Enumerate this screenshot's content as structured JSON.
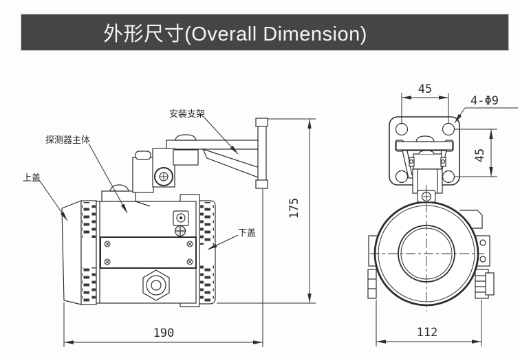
{
  "title": "外形尺寸(Overall Dimension)",
  "colors": {
    "title_bg": "#454545",
    "title_text": "#f5f5f5",
    "line": "#2d2d2d"
  },
  "side_view": {
    "labels": {
      "top_cover": "上盖",
      "detector_body": "探测器主体",
      "mounting_bracket": "安装支架",
      "bottom_cover": "下盖"
    },
    "dims": {
      "length": "190",
      "height": "175"
    }
  },
  "front_view": {
    "dims": {
      "hole_pitch_h": "45",
      "hole_spec": "4-Φ9",
      "hole_pitch_v": "45",
      "width": "112"
    }
  }
}
